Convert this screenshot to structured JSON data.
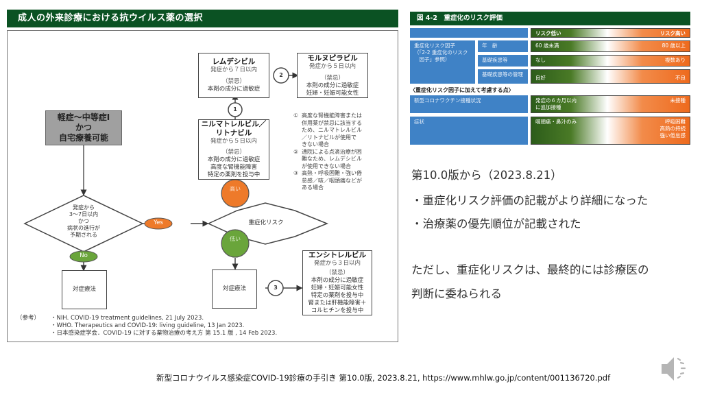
{
  "left_figure": {
    "title": "成人の外来診療における抗ウイルス薬の選択",
    "start_node": [
      "軽症～中等症Ⅰ",
      "かつ",
      "自宅療養可能"
    ],
    "decision_1": [
      "発症から",
      "3～7日以内",
      "かつ",
      "病状の進行が",
      "予期される"
    ],
    "yes_label": "Yes",
    "no_label": "No",
    "decision_2": "重症化リスク",
    "high_label": "高い",
    "low_label": "低い",
    "symptomatic_left": "対症療法",
    "symptomatic_right": "対症療法",
    "step_numbers": [
      "1",
      "2",
      "3"
    ],
    "drugs": {
      "remdesivir": {
        "name": "レムデシビル",
        "window": "発症から７日以内",
        "contra_header": "（禁忌）",
        "contra": [
          "本剤の成分に過敏症"
        ]
      },
      "molnupiravir": {
        "name": "モルヌピラビル",
        "window": "発症から５日以内",
        "contra_header": "（禁忌）",
        "contra": [
          "本剤の成分に過敏症",
          "妊婦・妊娠可能女性"
        ]
      },
      "nirmatrelvir": {
        "name_lines": [
          "ニルマトレルビル／",
          "リトナビル"
        ],
        "window": "発症から５日以内",
        "contra_header": "（禁忌）",
        "contra": [
          "本剤の成分に過敏症",
          "高度な腎機能障害",
          "特定の薬剤を投与中"
        ]
      },
      "ensitrelvir": {
        "name": "エンシトレルビル",
        "window": "発症から３日以内",
        "contra_header": "（禁忌）",
        "contra": [
          "本剤の成分に過敏症",
          "妊婦・妊娠可能女性",
          "特定の薬剤を投与中",
          "腎または肝機能障害＋",
          "コルヒチンを投与中"
        ]
      }
    },
    "notes": [
      {
        "num": "①",
        "lines": [
          "高度な腎機能障害または",
          "併用薬が禁忌に該当する",
          "ため、ニルマトレルビル",
          "／リトナビルが使用で",
          "きない場合"
        ]
      },
      {
        "num": "②",
        "lines": [
          "通院による点滴治療が困",
          "難なため、レムデシビル",
          "が使用できない場合"
        ]
      },
      {
        "num": "③",
        "lines": [
          "高熱・呼吸困難・強い倦",
          "怠感／咳／咽頭痛などが",
          "ある場合"
        ]
      }
    ],
    "references": {
      "label": "（参考）",
      "items": [
        "・NIH. COVID-19 treatment guidelines, 21 July 2023.",
        "・WHO.  Therapeutics and COVID-19: living guideline, 13 Jan 2023.",
        "・日本感染症学会．COVID-19 に対する薬物治療の考え方 第 15.1 版 , 14 Feb 2023."
      ]
    }
  },
  "right_figure": {
    "title": "図 4-2　重症化のリスク評価",
    "header": {
      "low": "リスク低い",
      "high": "リスク高い"
    },
    "risk_factor_label": [
      "重症化リスク因子",
      "（「2-2 重症化のリスク",
      "　因子」参照）"
    ],
    "rows": [
      {
        "label": "年　齢",
        "low": "60 歳未満",
        "high": "80 歳以上"
      },
      {
        "label": "基礎疾患等",
        "low": "なし",
        "high": "複数あり"
      },
      {
        "label": "基礎疾患等の管理",
        "low": "良好",
        "high": "不良"
      }
    ],
    "additional_header": "〈重症化リスク因子に加えて考慮する点〉",
    "additional_rows": [
      {
        "label": "新型コロナワクチン接種状況",
        "low": [
          "発症の６カ月以内",
          "に追加接種"
        ],
        "high": [
          "未接種"
        ]
      },
      {
        "label": "症状",
        "low": [
          "咽頭痛・鼻汁のみ"
        ],
        "high": [
          "呼吸困難",
          "高熱の持続",
          "強い倦怠感"
        ]
      }
    ],
    "colors": {
      "title_bg": "#0b5223",
      "label_bg": "#3f82c6",
      "low_risk": "#2c5c1a",
      "high_risk": "#ee6a1d"
    }
  },
  "text": {
    "version_line": "第10.0版から（2023.8.21）",
    "bullets": [
      "・重症化リスク評価の記載がより詳細になった",
      "・治療薬の優先順位が記載された"
    ],
    "note_lines": [
      "ただし、重症化リスクは、最終的には診療医の",
      "判断に委ねられる"
    ]
  },
  "citation": "新型コロナウイルス感染症COVID-19診療の手引き 第10.0版, 2023.8.21, https://www.mhlw.go.jp/content/001136720.pdf",
  "audio_icon": "speaker-icon"
}
